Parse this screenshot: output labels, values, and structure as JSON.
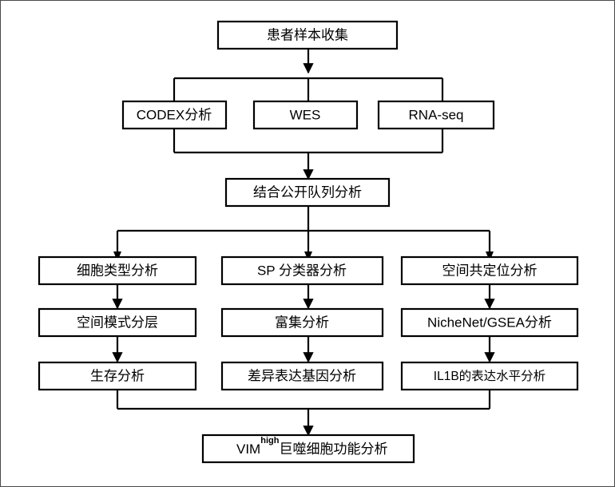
{
  "diagram": {
    "title": "Study workflow flowchart",
    "background_color": "#ffffff",
    "line_color": "#000000",
    "border_color": "#4a4a4a",
    "nodes": {
      "sample_collection": "患者样本收集",
      "codex": "CODEX分析",
      "wes": "WES",
      "rnaseq": "RNA-seq",
      "public_cohort": "结合公开队列分析",
      "cell_type": "细胞类型分析",
      "sp_classifier": "SP 分类器分析",
      "spatial_coloc": "空间共定位分析",
      "spatial_pattern": "空间模式分层",
      "enrichment": "富集分析",
      "nichenet_gsea": "NicheNet/GSEA分析",
      "survival": "生存分析",
      "deg": "差异表达基因分析",
      "il1b": "IL1B的表达水平分析",
      "vim_macrophage_prefix": "VIM",
      "vim_macrophage_sup": "high",
      "vim_macrophage_suffix": "巨噬细胞功能分析"
    }
  }
}
